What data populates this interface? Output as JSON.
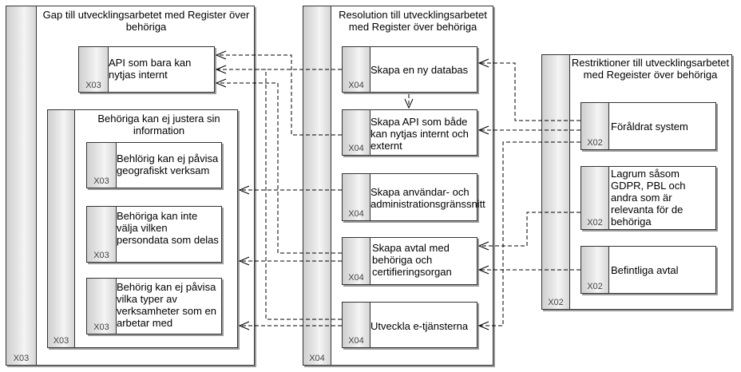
{
  "containers": {
    "gap": {
      "title": "Gap till utvecklingsarbetet med Register över behöriga",
      "code": "X03"
    },
    "resolution": {
      "title": "Resolution till utvecklingsarbetet med Register över behöriga",
      "code": "X04"
    },
    "restrictions": {
      "title": "Restriktioner till utvecklingsarbetet med Regeister över behöriga",
      "code": "X02"
    },
    "gap_group": {
      "title": "Behöriga kan ej justera sin information",
      "code": "X03"
    }
  },
  "gap_items": [
    {
      "label": "API som bara kan nytjas internt",
      "code": "X03"
    },
    {
      "label": "Behlörig kan ej påvisa geografiskt verksam",
      "code": "X03"
    },
    {
      "label": "Behöriga kan inte välja vilken persondata som delas",
      "code": "X03"
    },
    {
      "label": "Behörig kan ej påvisa vilka typer av verksamheter som en arbetar med",
      "code": "X03"
    }
  ],
  "resolution_items": [
    {
      "label": "Skapa en ny databas",
      "code": "X04"
    },
    {
      "label": "Skapa API som både kan nytjas internt och externt",
      "code": "X04"
    },
    {
      "label": "Skapa användar- och administrationsgränssnitt",
      "code": "X04"
    },
    {
      "label": "Skapa avtal med behöriga och certifieringsorgan",
      "code": "X04"
    },
    {
      "label": "Utveckla e-tjänsterna",
      "code": "X04"
    }
  ],
  "restriction_items": [
    {
      "label": "Föråldrat system",
      "code": "X02"
    },
    {
      "label": "Lagrum såsom GDPR, PBL och andra som är relevanta för de behöriga",
      "code": "X02"
    },
    {
      "label": "Befintliga avtal",
      "code": "X02"
    }
  ]
}
